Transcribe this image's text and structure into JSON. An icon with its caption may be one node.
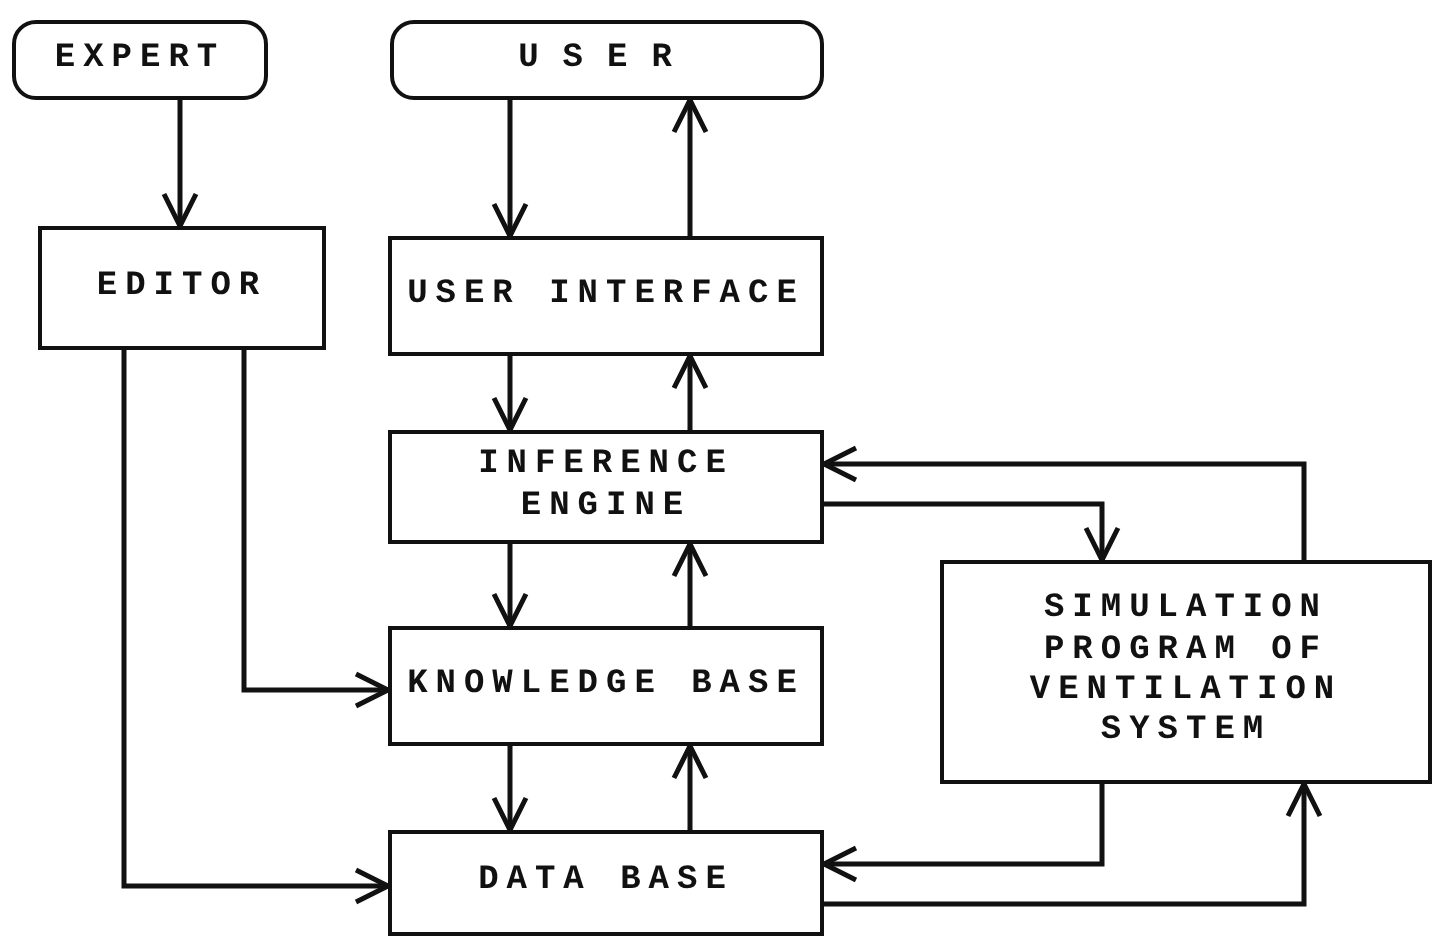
{
  "diagram": {
    "nodes": [
      {
        "text": [
          "EXPERT"
        ]
      },
      {
        "text": [
          "USER"
        ]
      },
      {
        "text": [
          "EDITOR"
        ]
      },
      {
        "text": [
          "USER INTERFACE"
        ]
      },
      {
        "text": [
          "INFERENCE ENGINE"
        ]
      },
      {
        "text": [
          "KNOWLEDGE BASE"
        ]
      },
      {
        "text": [
          "DATA BASE"
        ]
      },
      {
        "text": [
          "SIMULATION PROGRAM OF VENTILATION SYSTEM"
        ]
      }
    ],
    "edges": [
      {
        "from": 0,
        "to": 2,
        "arrow": "to"
      },
      {
        "from": 1,
        "to": 3,
        "arrow": "to"
      },
      {
        "from": 3,
        "to": 1,
        "arrow": "to"
      },
      {
        "from": 3,
        "to": 4,
        "arrow": "to"
      },
      {
        "from": 4,
        "to": 3,
        "arrow": "to"
      },
      {
        "from": 4,
        "to": 5,
        "arrow": "to"
      },
      {
        "from": 5,
        "to": 4,
        "arrow": "to"
      },
      {
        "from": 5,
        "to": 6,
        "arrow": "to"
      },
      {
        "from": 6,
        "to": 5,
        "arrow": "to"
      },
      {
        "from": 2,
        "to": 5,
        "arrow": "to"
      },
      {
        "from": 2,
        "to": 6,
        "arrow": "to"
      },
      {
        "from": 4,
        "to": 7,
        "arrow": "to"
      },
      {
        "from": 7,
        "to": 4,
        "arrow": "to"
      },
      {
        "from": 7,
        "to": 6,
        "arrow": "to"
      },
      {
        "from": 6,
        "to": 7,
        "arrow": "to"
      }
    ]
  }
}
